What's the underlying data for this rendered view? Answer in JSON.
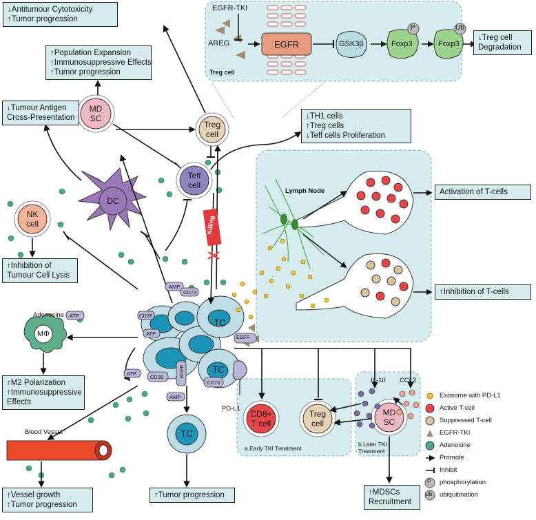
{
  "boxes": {
    "antitumour": [
      "↓Antitumour Cytotoxicity",
      "↑Tumor progression"
    ],
    "mdsc_effects": [
      "↑Population Expansion",
      "↑Immunosuppressive Effects",
      "↑Tumor progression"
    ],
    "tumour_antigen": [
      "↓Tumour Antigen",
      "Cross-Presentation"
    ],
    "th1": [
      "↓TH1 cells",
      "↑Treg cells",
      "↓Teff cells Proliferation"
    ],
    "treg_degradation": [
      "↓Treg cell",
      "Degradation"
    ],
    "nk_inhibition": [
      "↑Inhibition of",
      "Tumour Cell Lysis"
    ],
    "m2": [
      "↑M2 Polarization",
      "↑Immunosuppressive",
      "Effects"
    ],
    "vessel": [
      "↑Vessel growth",
      "↑Tumor progression"
    ],
    "tumor_progression": [
      "↑Tumor progression"
    ],
    "activation": [
      "Activation of T-cells"
    ],
    "inhibition_t": [
      "↑Inhibition of T-cells"
    ],
    "mdscs_recruit": [
      "↑MDSCs",
      "Recruitment"
    ]
  },
  "cells": {
    "mdsc": [
      "MD",
      "SC"
    ],
    "treg": [
      "Treg",
      "cell"
    ],
    "teff": [
      "Teff",
      "cell"
    ],
    "dc": "DC",
    "nk": [
      "NK",
      "cell"
    ],
    "mphi": "MΦ",
    "tc_main1": "TC",
    "tc_main2": "TC",
    "tc_bottom": "TC",
    "cd8": [
      "CD8+",
      "T cell"
    ],
    "treg2": [
      "Treg",
      "cell"
    ],
    "mdsc2": [
      "MD",
      "SC"
    ]
  },
  "inset": {
    "egfr_tki": "EGFR-TKI",
    "areg": "AREG",
    "egfr": "EGFR",
    "gsk": "GSK3β",
    "foxp3_a": "Foxp3",
    "foxp3_b": "Foxp3",
    "p": "P",
    "ub": "Ub",
    "title": "Treg cell"
  },
  "labels": {
    "killing": "Killing",
    "lymph_node": "Lymph Node",
    "adenosine": "Adenosine",
    "atp1": "ATP",
    "atp2": "ATP",
    "atp3": "ATP",
    "amp1": "AMP",
    "amp2": "AMP",
    "cd39a": "CD39",
    "cd39b": "CD39",
    "cd73a": "CD73",
    "cd73b": "CD73",
    "egfr_small": "EGFR",
    "egfr_small2": "EGFR",
    "pdl1": "PD-L1",
    "blood_vessel": "Blood Vessel",
    "il10": "IL-10",
    "ccl2": "CCL2",
    "early": "a.Early TKI Treatment",
    "later": [
      "b.Later TKI",
      "Treatment"
    ]
  },
  "legend": [
    {
      "label": "Exosome with PD-L1",
      "color": "#f5c23a",
      "shape": "dot"
    },
    {
      "label": "Active T-cell",
      "color": "#e8454a",
      "shape": "circle"
    },
    {
      "label": "Suppressed T-cell",
      "color": "#d9c3a0",
      "shape": "circle"
    },
    {
      "label": "EGFR-TKI",
      "color": "#a08c75",
      "shape": "triangle"
    },
    {
      "label": "Adenosine",
      "color": "#4da58f",
      "shape": "circle"
    },
    {
      "label": "Promote",
      "shape": "arrow"
    },
    {
      "label": "Inhibit",
      "shape": "bar"
    },
    {
      "label": "phosphorylation",
      "shape": "P",
      "symbol": "P"
    },
    {
      "label": "ubiquitination",
      "shape": "Ub",
      "symbol": "Ub"
    }
  ],
  "colors": {
    "panel": "#d6ecef",
    "tc_fill": "#bfdde6",
    "tc_nucleus": "#1b94b8",
    "egfr": "#e89b7e",
    "foxp3": "#9bd38e",
    "gsk": "#b8dce4",
    "dc": "#9a78b8",
    "teff": "#8f86c0",
    "mdsc": "#f0b8c2",
    "treg": "#e6d3b6",
    "nk": "#f3b29a",
    "mphi": "#5fb08a",
    "vessel": "#e84a2a",
    "adenosine": "#4da58f",
    "exosome": "#f5c23a"
  }
}
